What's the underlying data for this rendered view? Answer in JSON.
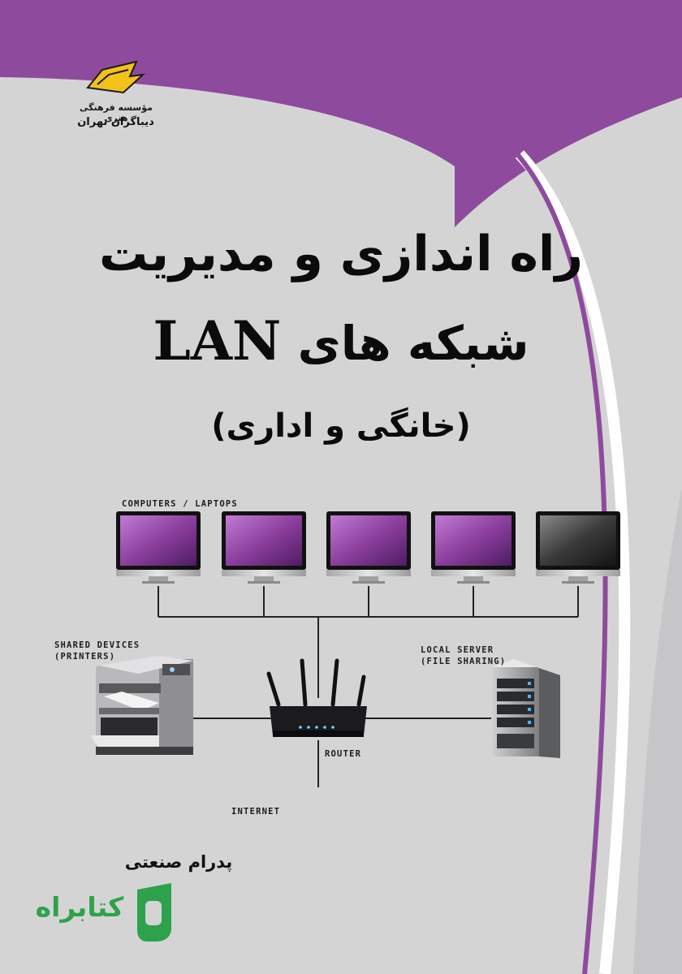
{
  "publisher": {
    "line1": "مؤسسه فرهنگی هنری",
    "line2": "دیباگران تهران"
  },
  "title": {
    "line1": "راه اندازی و مدیریت",
    "line2_fa": "شبکه های",
    "line2_en": "LAN",
    "line3": "(خانگی و اداری)"
  },
  "diagram": {
    "computers_label": "COMPUTERS / LAPTOPS",
    "shared_label_1": "SHARED DEVICES",
    "shared_label_2": "(PRINTERS)",
    "server_label_1": "LOCAL SERVER",
    "server_label_2": "(FILE SHARING)",
    "router_label": "ROUTER",
    "internet_label": "INTERNET"
  },
  "author": "پدرام صنعتی",
  "brand": {
    "name": "کتابراه",
    "color": "#2ea24a"
  },
  "colors": {
    "purple": "#8e4a9c",
    "background": "#d4d4d5",
    "accent": "#f2c21b"
  }
}
